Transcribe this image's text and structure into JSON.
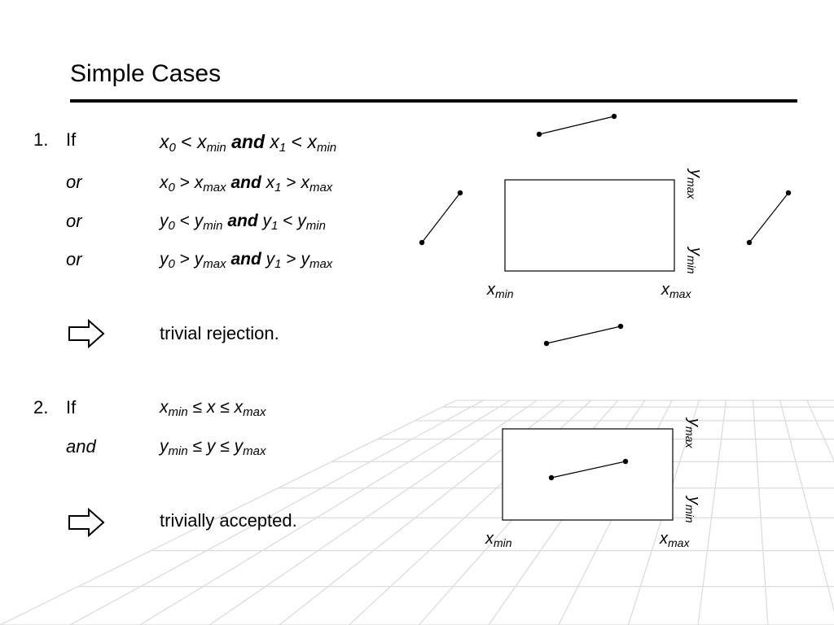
{
  "slide": {
    "title": "Simple Cases"
  },
  "case1": {
    "number": "1.",
    "rows": [
      {
        "keyword": "If",
        "keyword_italic": false,
        "a": "x",
        "a_sub": "0",
        "op1": "<",
        "b": "x",
        "b_sub": "min",
        "conj": "and",
        "c": "x",
        "c_sub": "1",
        "op2": "<",
        "d": "x",
        "d_sub": "min"
      },
      {
        "keyword": "or",
        "keyword_italic": true,
        "a": "x",
        "a_sub": "0",
        "op1": ">",
        "b": "x",
        "b_sub": "max",
        "conj": "and",
        "c": "x",
        "c_sub": "1",
        "op2": ">",
        "d": "x",
        "d_sub": "max"
      },
      {
        "keyword": "or",
        "keyword_italic": true,
        "a": "y",
        "a_sub": "0",
        "op1": "<",
        "b": "y",
        "b_sub": "min",
        "conj": "and",
        "c": "y",
        "c_sub": "1",
        "op2": "<",
        "d": "y",
        "d_sub": "min"
      },
      {
        "keyword": "or",
        "keyword_italic": true,
        "a": "y",
        "a_sub": "0",
        "op1": ">",
        "b": "y",
        "b_sub": "max",
        "conj": "and",
        "c": "y",
        "c_sub": "1",
        "op2": ">",
        "d": "y",
        "d_sub": "max"
      }
    ],
    "conclusion": "trivial rejection."
  },
  "case2": {
    "number": "2.",
    "rows": [
      {
        "keyword": "If",
        "keyword_italic": false,
        "lo": "x",
        "lo_sub": "min",
        "op1": "≤",
        "var": "x",
        "op2": "≤",
        "hi": "x",
        "hi_sub": "max"
      },
      {
        "keyword": "and",
        "keyword_italic": true,
        "lo": "y",
        "lo_sub": "min",
        "op1": "≤",
        "var": "y",
        "op2": "≤",
        "hi": "y",
        "hi_sub": "max"
      }
    ],
    "conclusion": "trivially accepted."
  },
  "diagram_labels": {
    "x_letter": "x",
    "y_letter": "y",
    "min": "min",
    "max": "max"
  },
  "icons": {
    "implies": "right-arrow-icon"
  }
}
